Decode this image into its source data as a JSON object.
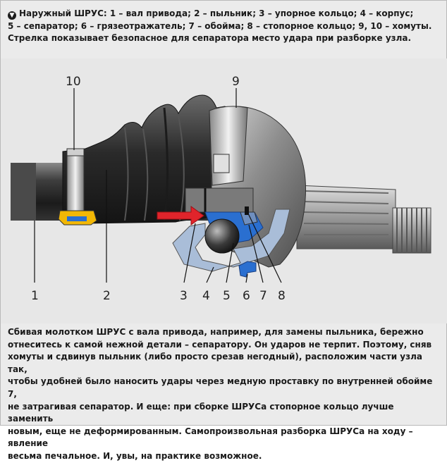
{
  "header": {
    "icon": "pointer-icon",
    "line1": "Наружный ШРУС: 1 – вал привода; 2 – пыльник; 3 – упорное кольцо; 4 – корпус;",
    "line2": "5 – сепаратор; 6 – грязеотражатель; 7 – обойма; 8 – стопорное кольцо; 9, 10 – хомуты.",
    "line3": "Стрелка показывает безопасное для сепаратора место удара при разборке узла."
  },
  "labels": {
    "n1": "1",
    "n2": "2",
    "n3": "3",
    "n4": "4",
    "n5": "5",
    "n6": "6",
    "n7": "7",
    "n8": "8",
    "n9": "9",
    "n10": "10"
  },
  "colors": {
    "arrow": "#e0242b",
    "separator": "#2a6fd0",
    "housing_section": "#a9bdd8",
    "ring": "#f2b705",
    "background": "#e7e7e7"
  },
  "caption": {
    "line1": "Сбивая молотком ШРУС с вала привода, например, для замены пыльника, бережно",
    "line2": "отнеситесь к самой нежной детали – сепаратору. Он ударов не терпит. Поэтому, сняв",
    "line3": "хомуты и сдвинув пыльник (либо просто срезав негодный), расположим части узла так,",
    "line4": "чтобы удобней было наносить удары через медную проставку по внутренней обойме 7,",
    "line5": "не затрагивая сепаратор. И еще: при сборке ШРУСа стопорное кольцо лучше заменить",
    "line6": "новым, еще не деформированным. Самопроизвольная разборка ШРУСа на ходу – явление",
    "line7": "весьма печальное. И, увы, на практике возможное."
  }
}
